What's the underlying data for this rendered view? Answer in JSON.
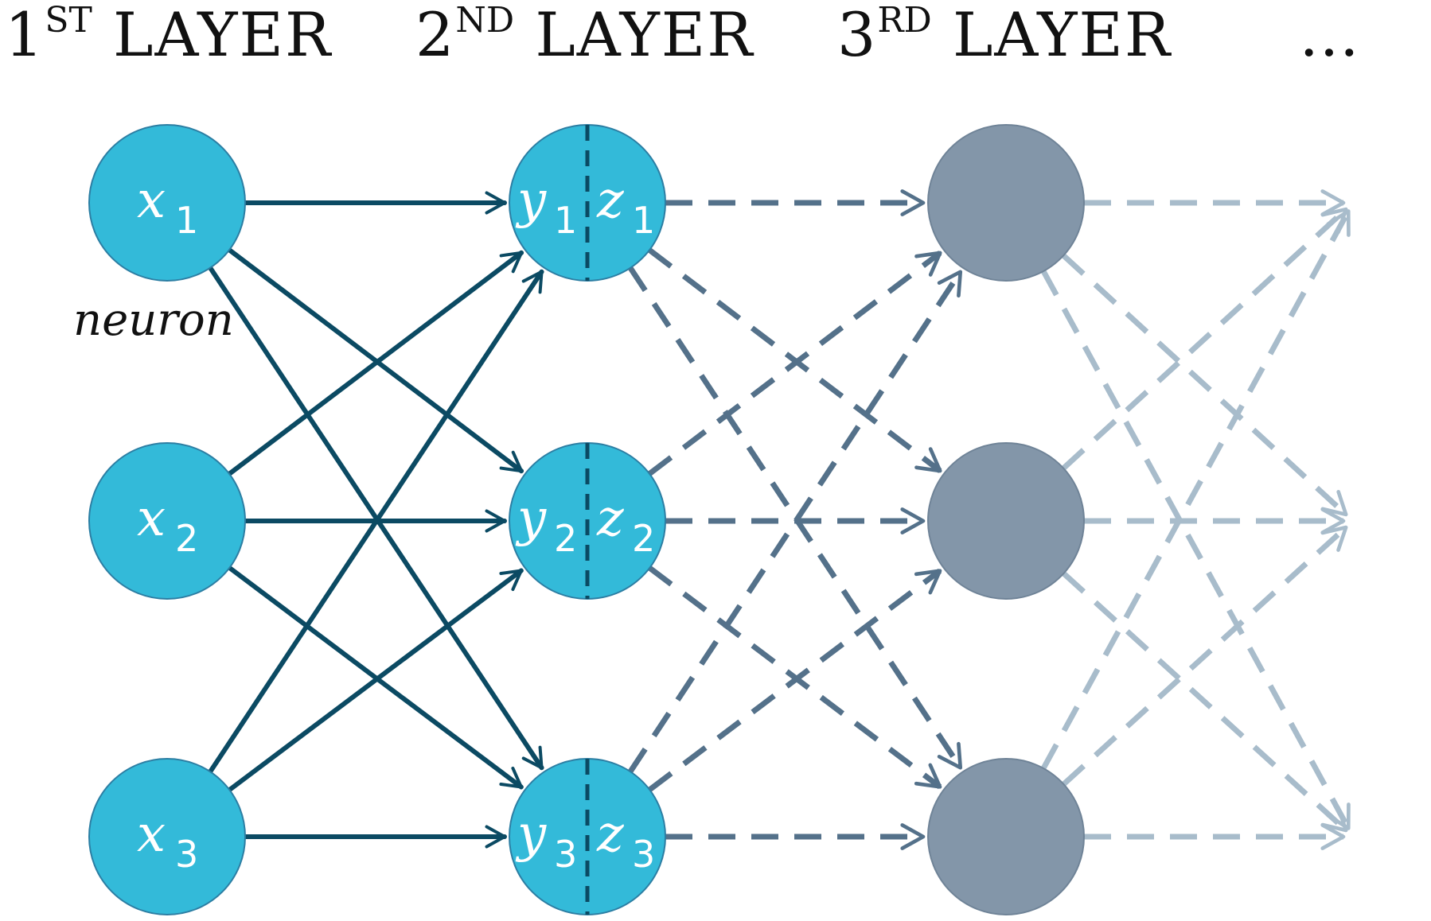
{
  "headers": [
    {
      "num": "1",
      "sup": "ST",
      "word": "LAYER"
    },
    {
      "num": "2",
      "sup": "ND",
      "word": "LAYER"
    },
    {
      "num": "3",
      "sup": "RD",
      "word": "LAYER"
    }
  ],
  "ellipsis": "…",
  "neuron_label": "neuron",
  "layer1": [
    {
      "var": "x",
      "sub": "1"
    },
    {
      "var": "x",
      "sub": "2"
    },
    {
      "var": "x",
      "sub": "3"
    }
  ],
  "layer2": [
    {
      "y": "y",
      "y_sub": "1",
      "z": "z",
      "z_sub": "1"
    },
    {
      "y": "y",
      "y_sub": "2",
      "z": "z",
      "z_sub": "2"
    },
    {
      "y": "y",
      "y_sub": "3",
      "z": "z",
      "z_sub": "3"
    }
  ],
  "colors": {
    "active_fill": "#33bad9",
    "node_stroke": "#2c7ea3",
    "solid_edge": "#0b4a63",
    "layer3_fill": "#8396a9",
    "dashed_edge": "#54718a",
    "faded_edge": "#a8bccb"
  }
}
